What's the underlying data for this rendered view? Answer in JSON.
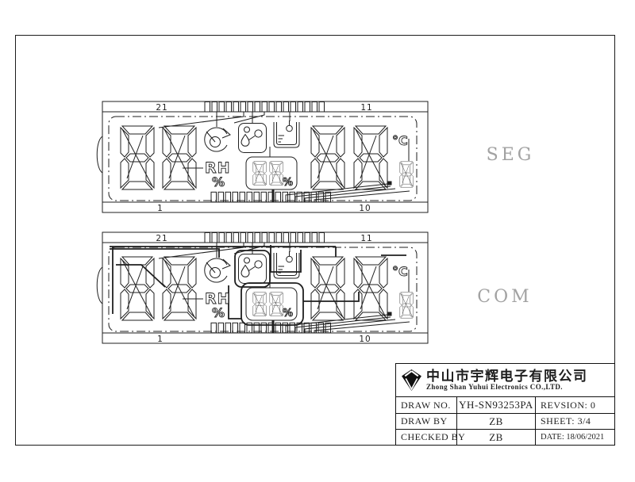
{
  "colors": {
    "ink": "#1f1f1f",
    "view_label": "#a2a2a2"
  },
  "views": [
    {
      "name": "SEG",
      "pins": {
        "top_left": "21",
        "top_right": "11",
        "bottom_left": "1",
        "bottom_right": "10"
      },
      "lcd_texts": {
        "rh": "RH",
        "rh_percent": "%",
        "box_percent": "%",
        "temp_unit": "°C"
      }
    },
    {
      "name": "COM",
      "pins": {
        "top_left": "21",
        "top_right": "11",
        "bottom_left": "1",
        "bottom_right": "10"
      },
      "lcd_texts": {
        "rh": "RH",
        "rh_percent": "%",
        "box_percent": "%",
        "temp_unit": "°C"
      }
    }
  ],
  "title_block": {
    "company_cn": "中山市宇辉电子有限公司",
    "company_en": "Zhong Shan Yuhui Electronics CO.,LTD.",
    "fields": [
      {
        "label": "DRAW NO.",
        "value": "YH-SN93253PA",
        "aux": "REVSION: 0"
      },
      {
        "label": "DRAW BY",
        "value": "ZB",
        "aux": "SHEET: 3/4"
      },
      {
        "label": "CHECKED BY",
        "value": "ZB",
        "aux": "DATE: 18/06/2021"
      }
    ]
  }
}
